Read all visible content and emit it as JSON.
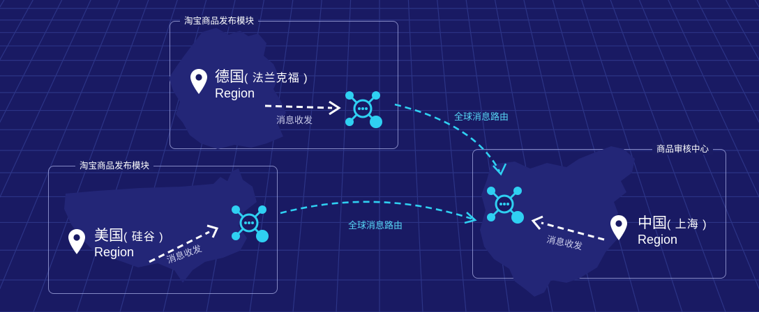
{
  "colors": {
    "background": "#191a63",
    "grid": "#2c3486",
    "map_fill": "#232677",
    "accent_cyan": "#2fd0f2",
    "dashed_white": "#ffffff",
    "panel_border": "#aaafe6"
  },
  "regions": {
    "germany": {
      "panel_title": "淘宝商品发布模块",
      "name": "德国",
      "city": "( 法兰克福 )",
      "sub": "Region",
      "flow_label": "消息收发"
    },
    "usa": {
      "panel_title": "淘宝商品发布模块",
      "name": "美国",
      "city": "( 硅谷 )",
      "sub": "Region",
      "flow_label": "消息收发"
    },
    "china": {
      "panel_title": "商品审核中心",
      "name": "中国",
      "city": "( 上海 )",
      "sub": "Region",
      "flow_label": "消息收发"
    }
  },
  "routes": {
    "germany_to_china": "全球消息路由",
    "usa_to_china": "全球消息路由"
  },
  "icons": {
    "pin": "location-pin-icon",
    "hub": "message-hub-icon"
  }
}
